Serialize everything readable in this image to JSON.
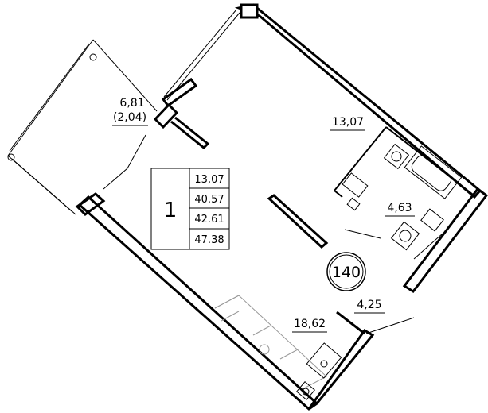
{
  "plan": {
    "balcony": {
      "area": "6,81",
      "area_reduced": "(2,04)"
    },
    "rooms": {
      "living": "13,07",
      "bathroom": "4,63",
      "hall": "4,25",
      "kitchen": "18,62"
    },
    "apartment_badge": "140",
    "legend": {
      "rooms_count": "1",
      "values": [
        "13,07",
        "40.57",
        "42.61",
        "47.38"
      ]
    }
  }
}
